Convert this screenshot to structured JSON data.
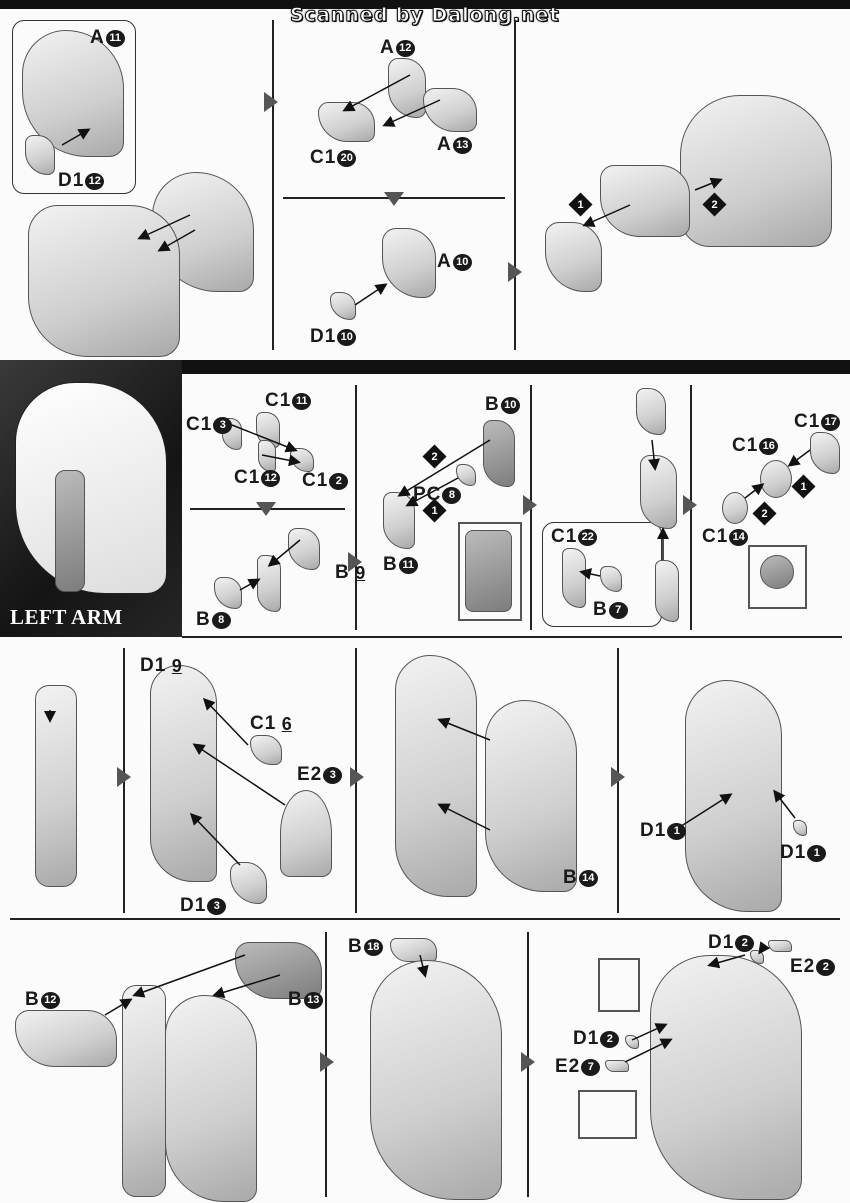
{
  "watermark": "Scanned by Dalong.net",
  "section_title": "LEFT ARM",
  "labels": [
    {
      "p": "A",
      "n": "11"
    },
    {
      "p": "D1",
      "n": "12"
    },
    {
      "p": "A",
      "n": "12"
    },
    {
      "p": "C1",
      "n": "20"
    },
    {
      "p": "A",
      "n": "13"
    },
    {
      "p": "A",
      "n": "10"
    },
    {
      "p": "D1",
      "n": "10"
    },
    {
      "p": "C1",
      "n": "11"
    },
    {
      "p": "C1",
      "n": "3"
    },
    {
      "p": "C1",
      "n": "12"
    },
    {
      "p": "C1",
      "n": "2"
    },
    {
      "p": "B",
      "n": "9"
    },
    {
      "p": "B",
      "n": "8"
    },
    {
      "p": "B",
      "n": "10"
    },
    {
      "p": "PC",
      "n": "8"
    },
    {
      "p": "B",
      "n": "11"
    },
    {
      "p": "C1",
      "n": "22"
    },
    {
      "p": "B",
      "n": "7"
    },
    {
      "p": "C1",
      "n": "17"
    },
    {
      "p": "C1",
      "n": "16"
    },
    {
      "p": "C1",
      "n": "14"
    },
    {
      "p": "D1",
      "n": "9"
    },
    {
      "p": "C1",
      "n": "6"
    },
    {
      "p": "E2",
      "n": "3"
    },
    {
      "p": "D1",
      "n": "3"
    },
    {
      "p": "B",
      "n": "14"
    },
    {
      "p": "D1",
      "n": "1"
    },
    {
      "p": "D1",
      "n": "1"
    },
    {
      "p": "B",
      "n": "12"
    },
    {
      "p": "B",
      "n": "13"
    },
    {
      "p": "B",
      "n": "18"
    },
    {
      "p": "D1",
      "n": "2"
    },
    {
      "p": "E2",
      "n": "2"
    },
    {
      "p": "D1",
      "n": "2"
    },
    {
      "p": "E2",
      "n": "7"
    }
  ],
  "steps": [
    "1",
    "2",
    "2",
    "1",
    "1",
    "2"
  ]
}
